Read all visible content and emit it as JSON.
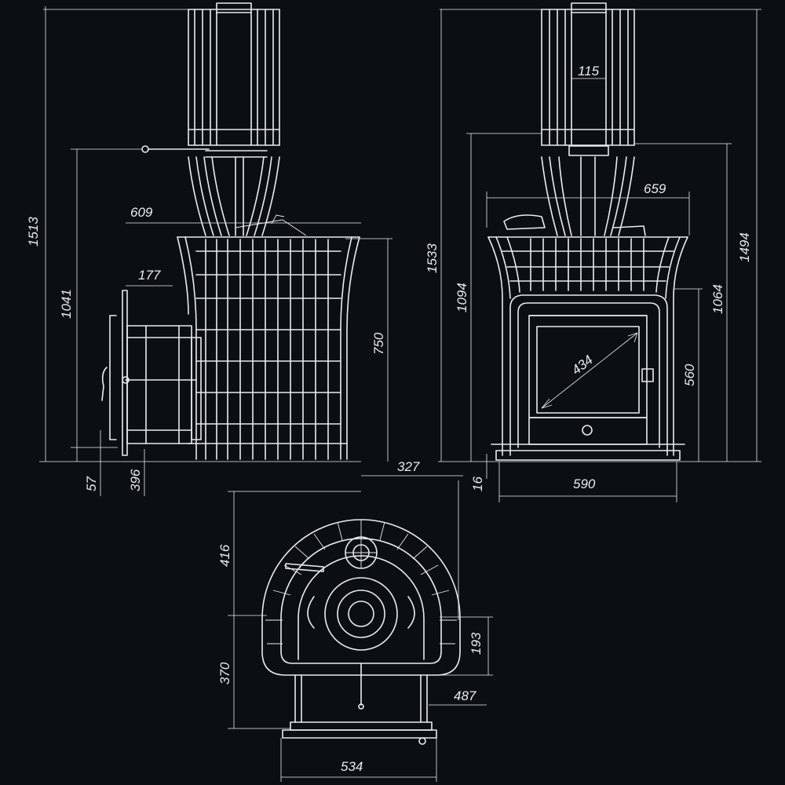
{
  "dimensions": {
    "side_total_height": "1513",
    "side_upper_height": "1041",
    "side_depth_609": "609",
    "side_177": "177",
    "side_750": "750",
    "side_57": "57",
    "side_396": "396",
    "top_327": "327",
    "front_115": "115",
    "front_659": "659",
    "front_1533": "1533",
    "front_1094": "1094",
    "front_1494": "1494",
    "front_1064": "1064",
    "front_434": "434",
    "front_560": "560",
    "front_16": "16",
    "front_590": "590",
    "plan_416": "416",
    "plan_370": "370",
    "plan_193": "193",
    "plan_487": "487",
    "plan_534": "534"
  },
  "colors": {
    "background": "#0b0f14",
    "line": "#e8ecf0"
  }
}
